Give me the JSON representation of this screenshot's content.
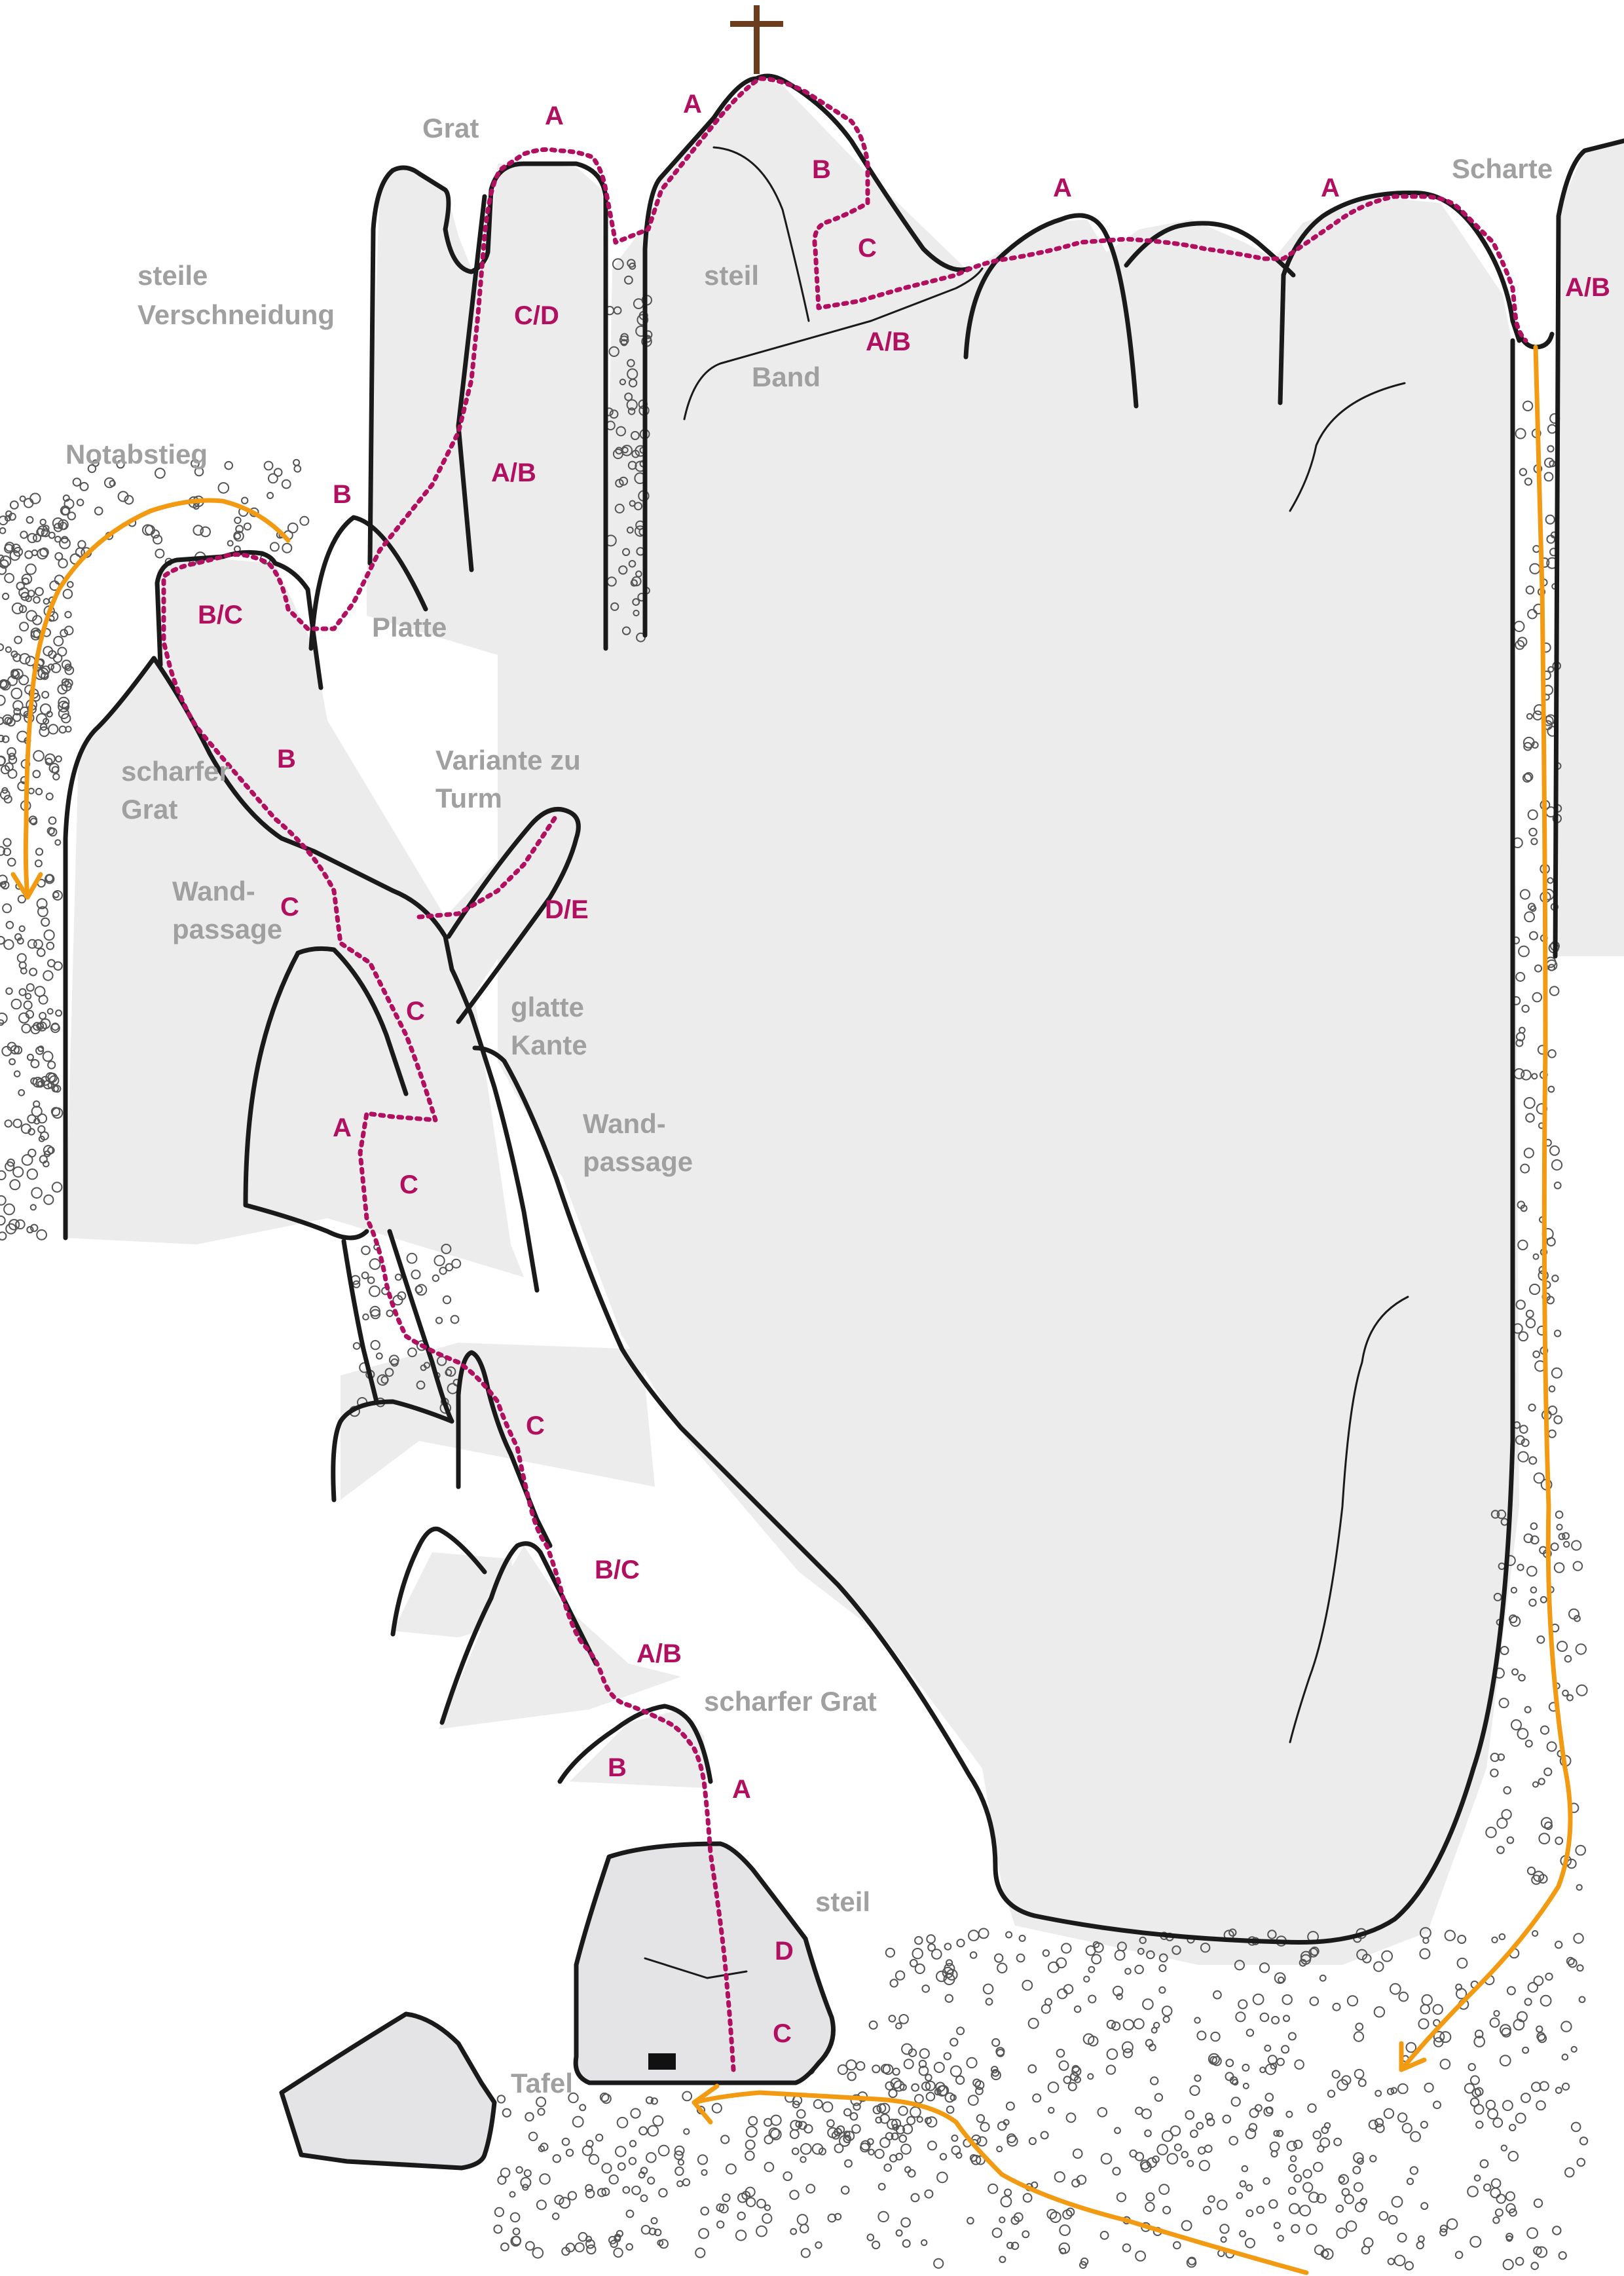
{
  "feature_labels": {
    "grat": "Grat",
    "steile_1": "steile",
    "steile_2": "Verschneidung",
    "steil_top": "steil",
    "band": "Band",
    "scharte": "Scharte",
    "notabstieg": "Notabstieg",
    "platte": "Platte",
    "scharfer_1": "scharfer",
    "scharfer_2": "Grat",
    "variante_1": "Variante zu",
    "variante_2": "Turm",
    "wand1_1": "Wand-",
    "wand1_2": "passage",
    "glatte_1": "glatte",
    "glatte_2": "Kante",
    "wand2_1": "Wand-",
    "wand2_2": "passage",
    "scharfer_grat_low": "scharfer Grat",
    "steil_low": "steil",
    "tafel": "Tafel"
  },
  "grades": {
    "g01": "A",
    "g02": "A",
    "g03": "B",
    "g04": "C",
    "g05": "A",
    "g06": "A",
    "g07": "Scharte_AB",
    "g08": "C/D",
    "g09": "A/B",
    "g10": "A/B",
    "g11": "B",
    "g12": "B/C",
    "g13": "B",
    "g14": "C",
    "g15": "D/E",
    "g16": "C",
    "g17": "A",
    "g18": "C",
    "g19": "C",
    "g20": "B/C",
    "g21": "A/B",
    "g22": "B",
    "g23": "A",
    "g24": "D",
    "g25": "C"
  },
  "grade_text": {
    "scharte_ab": "A/B"
  },
  "colors": {
    "route": "#b0105f",
    "descent": "#f29a11",
    "rock": "#ececec",
    "outline": "#1a1a1a",
    "label": "#a0a0a0",
    "cross": "#6b3d1c"
  },
  "icons": {
    "summit": "summit-cross-icon",
    "plaque": "plaque-icon"
  }
}
